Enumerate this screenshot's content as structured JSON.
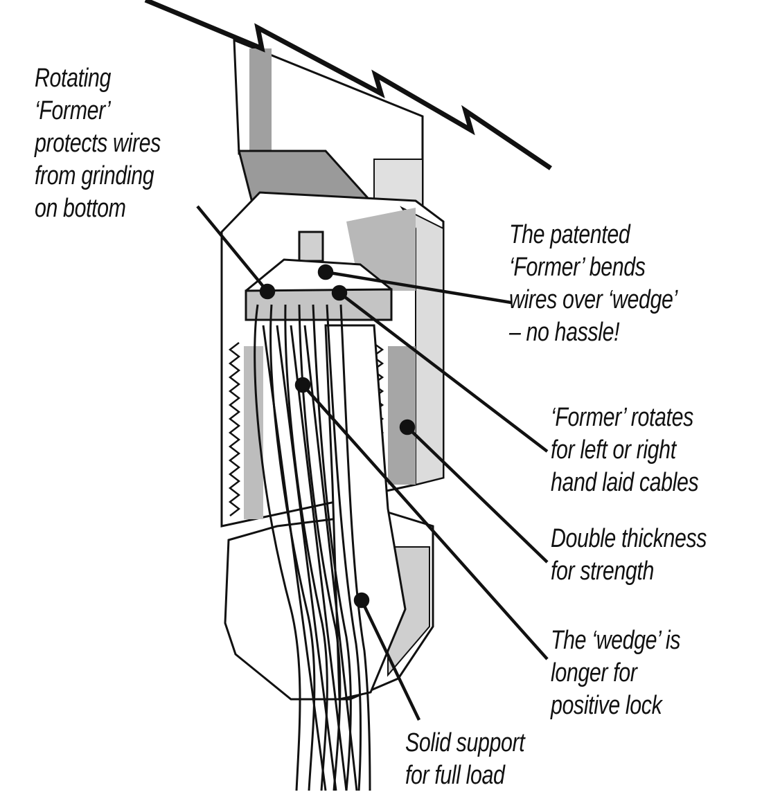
{
  "callouts": {
    "rotating_former": [
      "Rotating",
      "‘Former’",
      "protects wires",
      "from grinding",
      "on bottom"
    ],
    "patented_former": [
      "The patented",
      "‘Former’ bends",
      "wires over ‘wedge’",
      "– no hassle!"
    ],
    "former_rotates": [
      "‘Former’  rotates",
      "for left or right",
      "hand laid cables"
    ],
    "double_thickness": [
      "Double thickness",
      "for strength"
    ],
    "wedge_longer": [
      "The ‘wedge’ is",
      "longer for",
      "positive lock"
    ],
    "solid_support": [
      "Solid support",
      "for full load"
    ]
  },
  "colors": {
    "ink": "#111111",
    "mid_gray": "#9a9a9a",
    "light_gray": "#d4d4d4",
    "background": "#ffffff"
  }
}
